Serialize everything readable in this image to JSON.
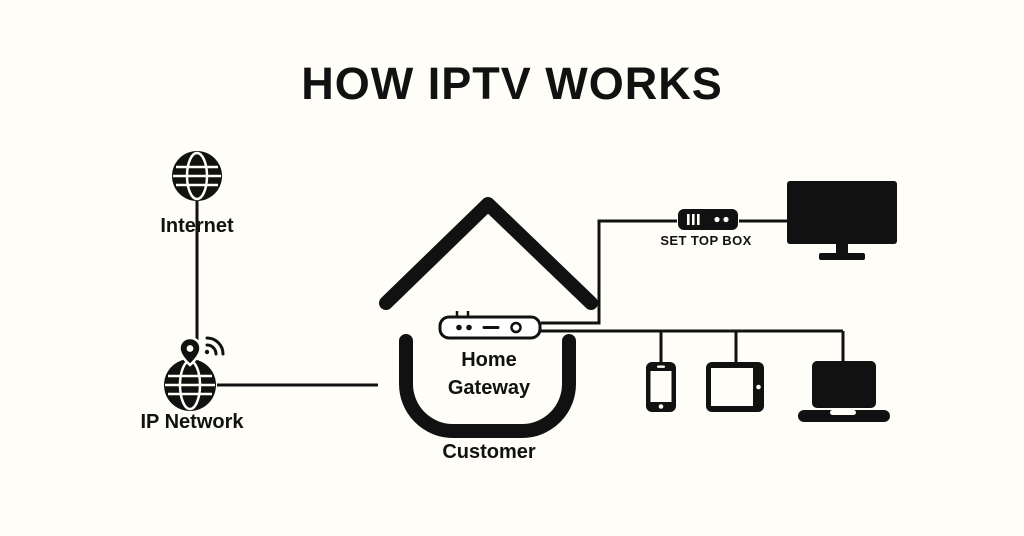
{
  "title": "HOW IPTV WORKS",
  "colors": {
    "background": "#fffdf8",
    "ink": "#111111"
  },
  "nodes": {
    "internet": {
      "label": "Internet",
      "icon": "globe-icon"
    },
    "ip_network": {
      "label": "IP Network",
      "icon": "globe-pin-wifi-icon"
    },
    "home_gateway": {
      "label": "Home Gateway",
      "icon": "router-icon"
    },
    "customer": {
      "label": "Customer",
      "icon": "house-icon"
    },
    "set_top_box": {
      "label": "SET TOP BOX",
      "icon": "set-top-box-icon"
    },
    "tv": {
      "icon": "tv-icon"
    },
    "smartphone": {
      "icon": "smartphone-icon"
    },
    "tablet": {
      "icon": "tablet-icon"
    },
    "laptop": {
      "icon": "laptop-icon"
    }
  }
}
